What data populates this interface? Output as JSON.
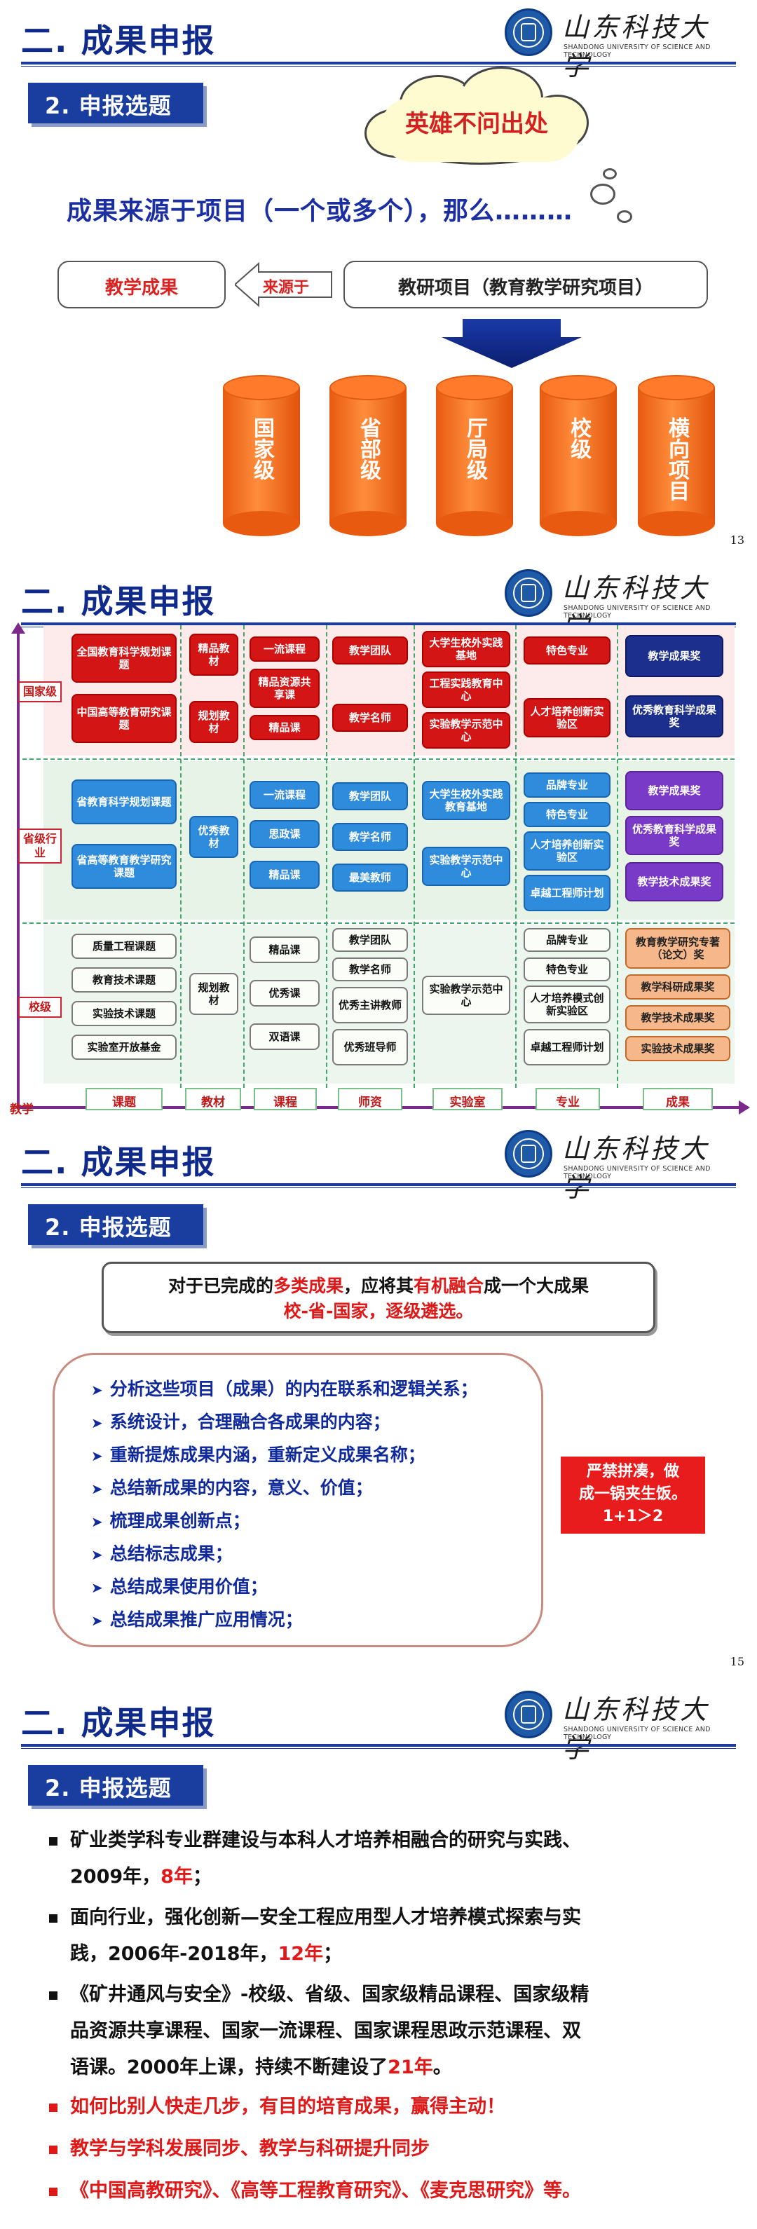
{
  "header": {
    "section_title": "二. 成果申报",
    "logo_name": "山东科技大学",
    "logo_english": "SHANDONG UNIVERSITY OF SCIENCE AND TECHNOLOGY"
  },
  "slide1": {
    "sub_tag": "2. 申报选题",
    "cloud_text": "英雄不问出处",
    "lead": "成果来源于项目（一个或多个），那么………",
    "result_box": "教学成果",
    "arrow_label": "来源于",
    "project_box": "教研项目（教育教学研究项目）",
    "levels": [
      "国家级",
      "省部级",
      "厅局级",
      "校级",
      "横向项目"
    ],
    "page": "13"
  },
  "slide2": {
    "row_levels": [
      "国家级",
      "省级行业",
      "校级"
    ],
    "columns": [
      "课题",
      "教材",
      "课程",
      "师资",
      "实验室",
      "专业",
      "成果"
    ],
    "y_axis_label": "教学",
    "national": {
      "topics": [
        "全国教育科学规划课题",
        "中国高等教育研究课题"
      ],
      "textbooks": [
        "精品教材",
        "规划教材"
      ],
      "courses": [
        "一流课程",
        "精品资源共享课",
        "精品课"
      ],
      "faculty": [
        "教学团队",
        "教学名师"
      ],
      "labs": [
        "大学生校外实践基地",
        "工程实践教育中心",
        "实验教学示范中心"
      ],
      "majors": [
        "特色专业",
        "人才培养创新实验区"
      ],
      "results": [
        "教学成果奖",
        "优秀教育科学成果奖"
      ]
    },
    "provincial": {
      "topics": [
        "省教育科学规划课题",
        "省高等教育教学研究课题"
      ],
      "textbooks": [
        "优秀教材"
      ],
      "courses": [
        "一流课程",
        "思政课",
        "精品课"
      ],
      "faculty": [
        "教学团队",
        "教学名师",
        "最美教师"
      ],
      "labs": [
        "大学生校外实践教育基地",
        "实验教学示范中心"
      ],
      "majors": [
        "品牌专业",
        "特色专业",
        "人才培养创新实验区",
        "卓越工程师计划"
      ],
      "results": [
        "教学成果奖",
        "优秀教育科学成果奖",
        "教学技术成果奖"
      ]
    },
    "school": {
      "topics": [
        "质量工程课题",
        "教育技术课题",
        "实验技术课题",
        "实验室开放基金"
      ],
      "textbooks": [
        "规划教材"
      ],
      "courses": [
        "精品课",
        "优秀课",
        "双语课"
      ],
      "faculty": [
        "教学团队",
        "教学名师",
        "优秀主讲教师",
        "优秀班导师"
      ],
      "labs": [
        "实验教学示范中心"
      ],
      "majors": [
        "品牌专业",
        "特色专业",
        "人才培养模式创新实验区",
        "卓越工程师计划"
      ],
      "results": [
        "教育教学研究专著（论文）奖",
        "教学科研成果奖",
        "教学技术成果奖",
        "实验技术成果奖"
      ]
    },
    "page": ""
  },
  "slide3": {
    "sub_tag": "2. 申报选题",
    "note_line1_a": "对于已完成的",
    "note_line1_b": "多类成果",
    "note_line1_c": "，应将其",
    "note_line1_d": "有机融合",
    "note_line1_e": "成一个大成果",
    "note_line2": "校-省-国家，逐级遴选。",
    "items": [
      "分析这些项目（成果）的内在联系和逻辑关系；",
      "系统设计，合理融合各成果的内容；",
      "重新提炼成果内涵，重新定义成果名称；",
      "总结新成果的内容，意义、价值；",
      "梳理成果创新点；",
      "总结标志成果；",
      "总结成果使用价值；",
      "总结成果推广应用情况；"
    ],
    "warn_line1": "严禁拼凑，做",
    "warn_line2": "成一锅夹生饭。",
    "warn_line3": "1+1＞2",
    "page": "15"
  },
  "slide4": {
    "sub_tag": "2. 申报选题",
    "b1_line1": "矿业类学科专业群建设与本科人才培养相融合的研究与实践、",
    "b1_line2a": "2009年，",
    "b1_line2b": "8年",
    "b1_line2c": "；",
    "b2_line1": "面向行业，强化创新—安全工程应用型人才培养模式探索与实",
    "b2_line2a": "践，2006年-2018年，",
    "b2_line2b": "12年",
    "b2_line2c": "；",
    "b3_line1": "《矿井通风与安全》-校级、省级、国家级精品课程、国家级精",
    "b3_line2": "品资源共享课程、国家一流课程、国家课程思政示范课程、双",
    "b3_line3a": "语课。2000年上课，持续不断建设了",
    "b3_line3b": "21年",
    "b3_line3c": "。",
    "r1": "如何比别人快走几步，有目的培育成果，赢得主动！",
    "r2": "教学与学科发展同步、教学与科研提升同步",
    "r3": "《中国高教研究》、《高等工程教育研究》、《麦克思研究》等。"
  },
  "colors": {
    "title_blue": "#102a8c",
    "accent_red": "#e01818",
    "cylinder_orange": "#ff7a2a"
  }
}
